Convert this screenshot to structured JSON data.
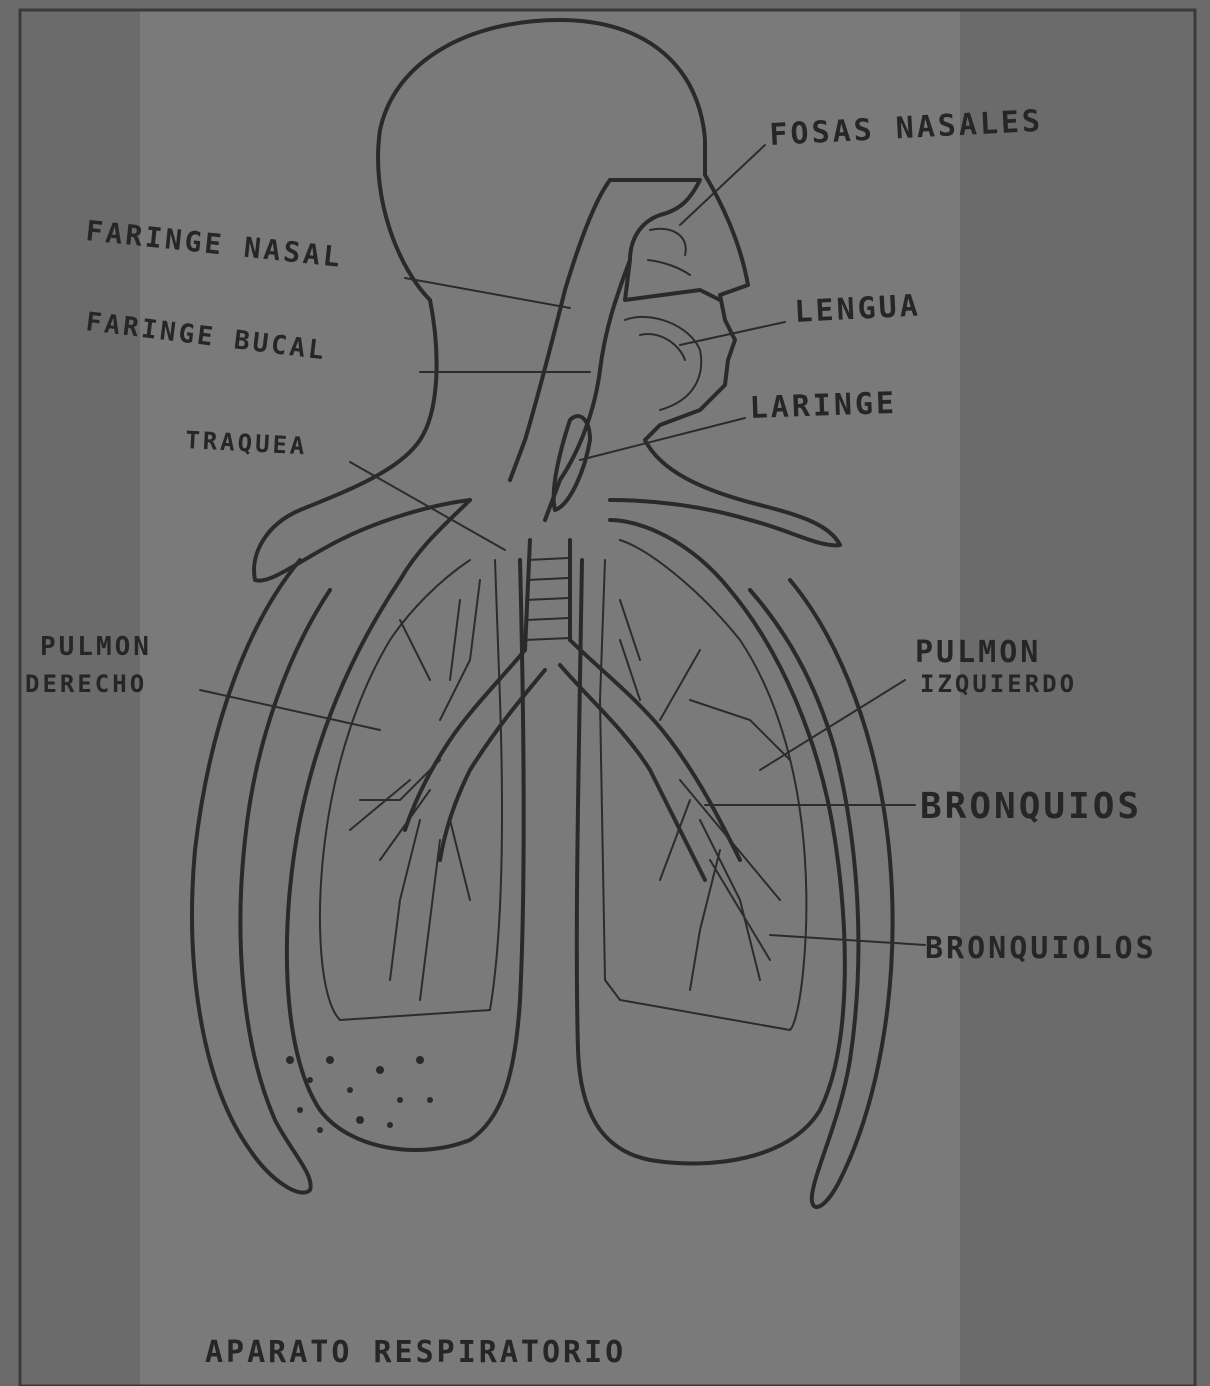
{
  "diagram": {
    "caption": "APARATO RESPIRATORIO",
    "labels": {
      "fosas_nasales": "FOSAS NASALES",
      "faringe_nasal": "FARINGE NASAL",
      "lengua": "LENGUA",
      "faringe_bucal": "FARINGE BUCAL",
      "laringe": "LARINGE",
      "traquea": "TRAQUEA",
      "pulmon_derecho_1": "PULMON",
      "pulmon_derecho_2": "DERECHO",
      "pulmon_izquierdo_1": "PULMON",
      "pulmon_izquierdo_2": "IZQUIERDO",
      "bronquios": "BRONQUIOS",
      "bronquiolos": "BRONQUIOLOS"
    }
  },
  "colors": {
    "background": "#6e6e6e",
    "paper_panel": "#7a7a7a",
    "ink": "#262626"
  }
}
